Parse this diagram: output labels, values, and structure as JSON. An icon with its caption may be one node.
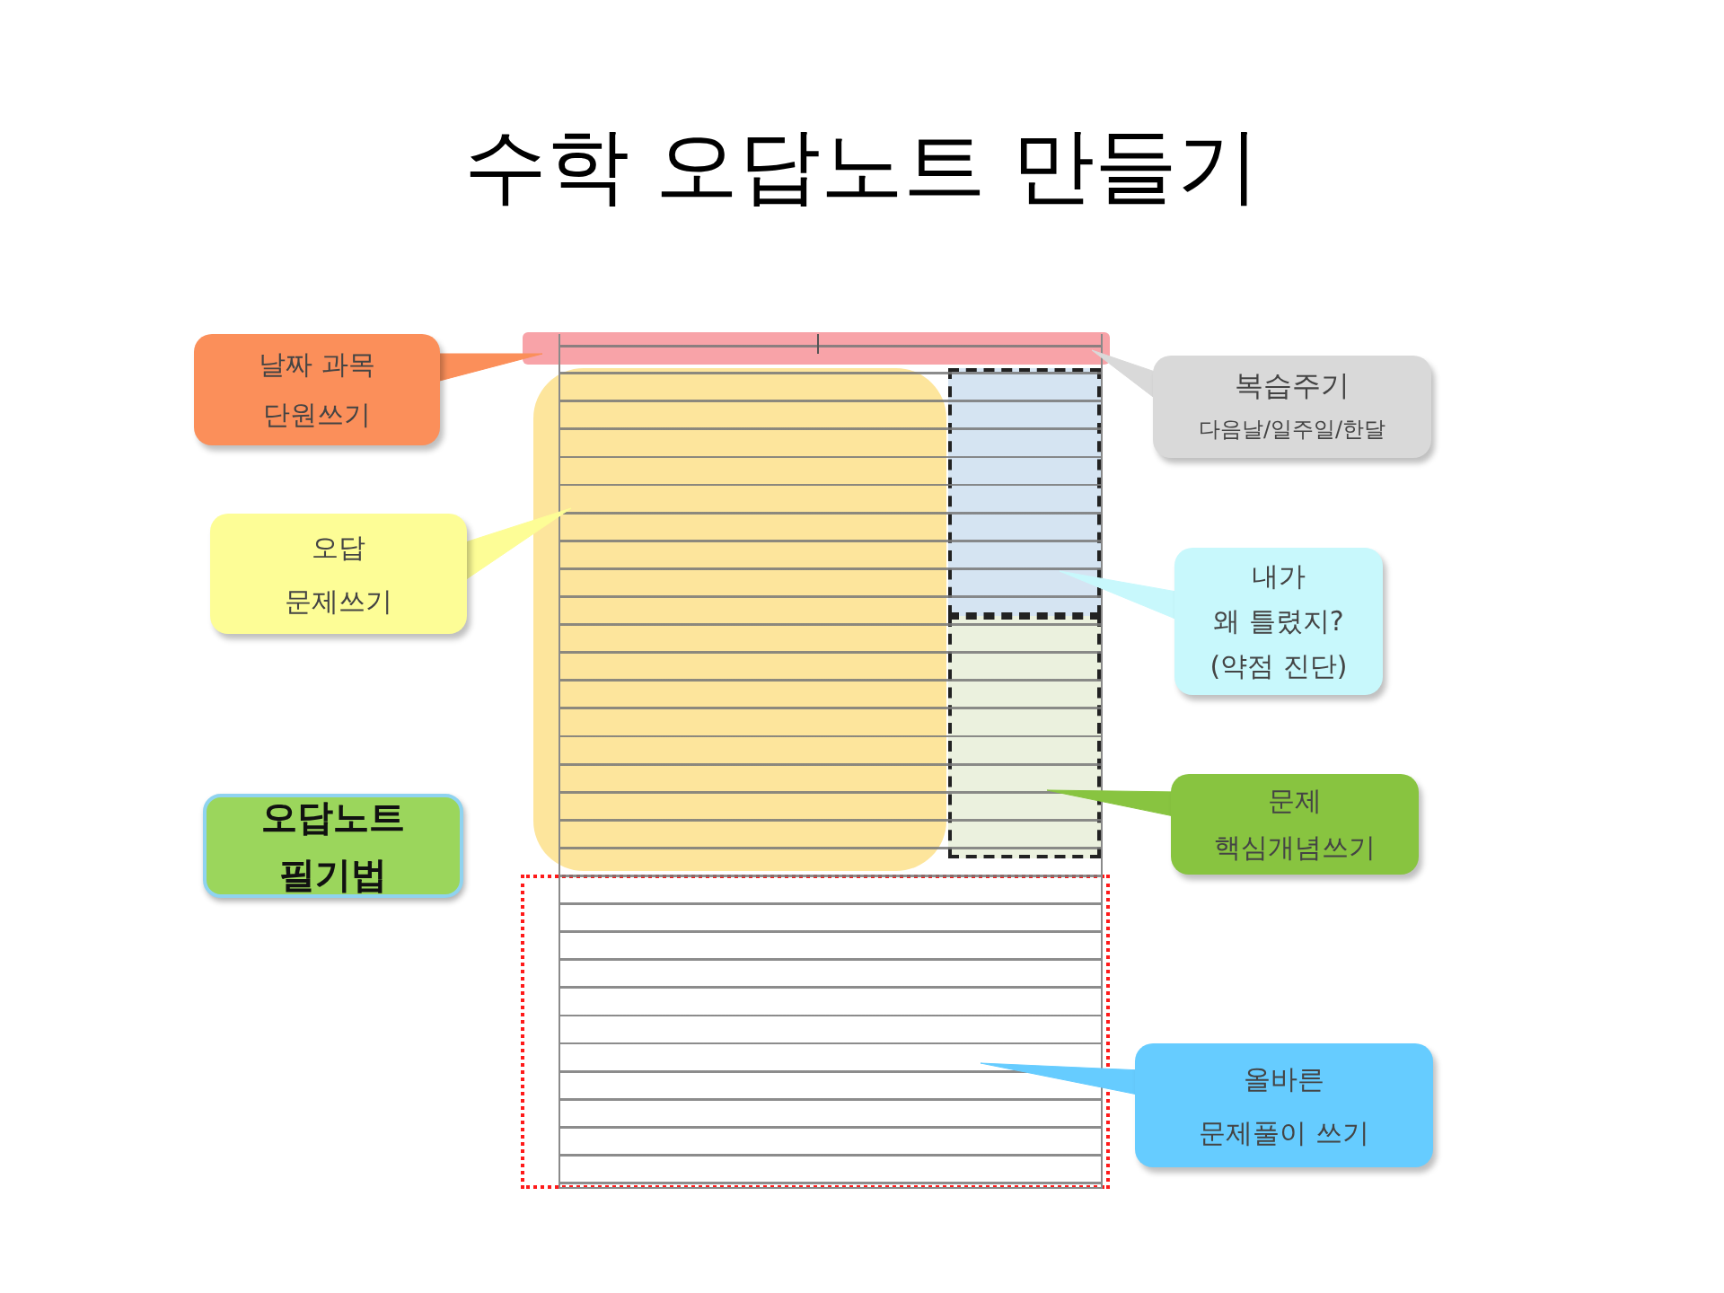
{
  "diagram": {
    "title": "수학 오답노트 만들기",
    "nodes": [
      {
        "text": [
          "날짜 과목 단원쓰기"
        ]
      },
      {
        "text": [],
        "shape": "box"
      },
      {
        "text": [
          "복습주기",
          "다음날/일주일/한달"
        ]
      },
      {
        "text": [
          "오답 문제쓰기"
        ]
      },
      {
        "text": [],
        "shape": "box"
      },
      {
        "text": [],
        "shape": "box"
      },
      {
        "text": [
          "내가 왜 틀렸지? (약점 진단)"
        ]
      },
      {
        "text": [],
        "shape": "box"
      },
      {
        "text": [
          "문제 핵심개념쓰기"
        ]
      },
      {
        "text": [
          "오답노트 필기법"
        ]
      },
      {
        "text": [],
        "shape": "box"
      },
      {
        "text": [
          "올바른 문제풀이 쓰기"
        ]
      }
    ],
    "edges": [
      {
        "from": 0,
        "to": 1,
        "arrow": "none",
        "color": "#fb8f5a"
      },
      {
        "from": 2,
        "to": 1,
        "arrow": "none",
        "color": "#d9d9d9"
      },
      {
        "from": 3,
        "to": 4,
        "arrow": "none",
        "color": "#fdfd96"
      },
      {
        "from": 6,
        "to": 5,
        "arrow": "none",
        "color": "#c8f8fc"
      },
      {
        "from": 8,
        "to": 7,
        "arrow": "none",
        "color": "#88c440"
      },
      {
        "from": 11,
        "to": 10,
        "arrow": "none",
        "color": "#66ccff"
      }
    ]
  }
}
